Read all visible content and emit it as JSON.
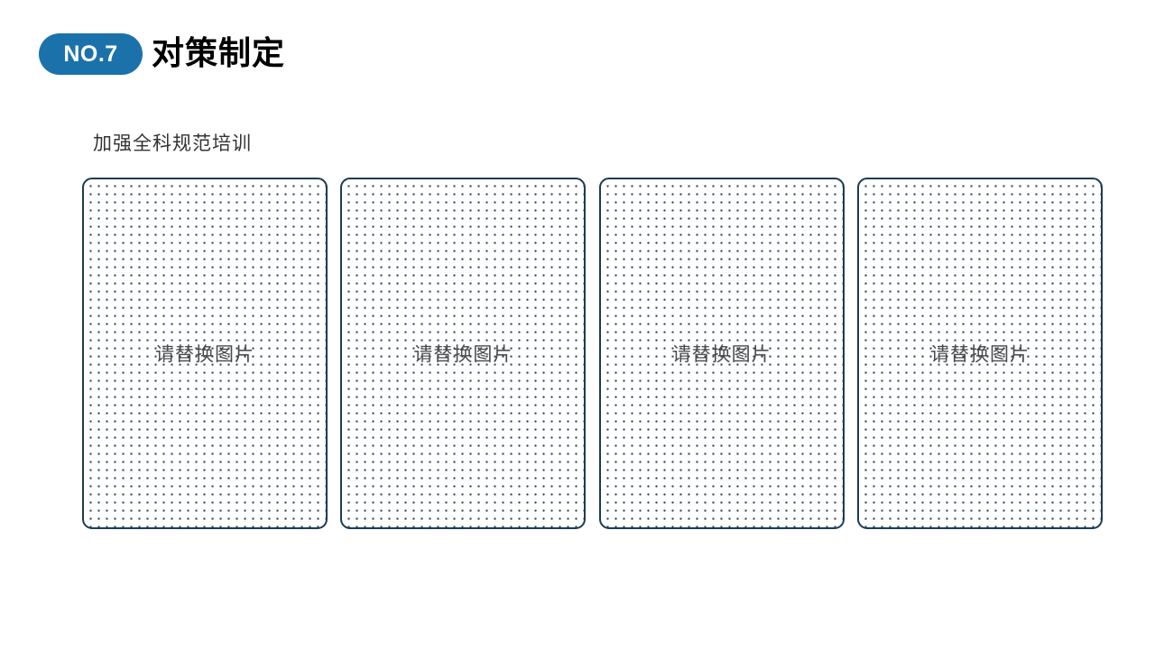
{
  "header": {
    "badge_label": "NO.7",
    "badge_color": "#1b72ab",
    "badge_text_color": "#ffffff",
    "title": "对策制定",
    "title_color": "#000000"
  },
  "subtitle": "加强全科规范培训",
  "placeholders": {
    "border_color": "#1d3c52",
    "text_color": "#4a4a4a",
    "items": [
      {
        "label": "请替换图片"
      },
      {
        "label": "请替换图片"
      },
      {
        "label": "请替换图片"
      },
      {
        "label": "请替换图片"
      }
    ]
  }
}
